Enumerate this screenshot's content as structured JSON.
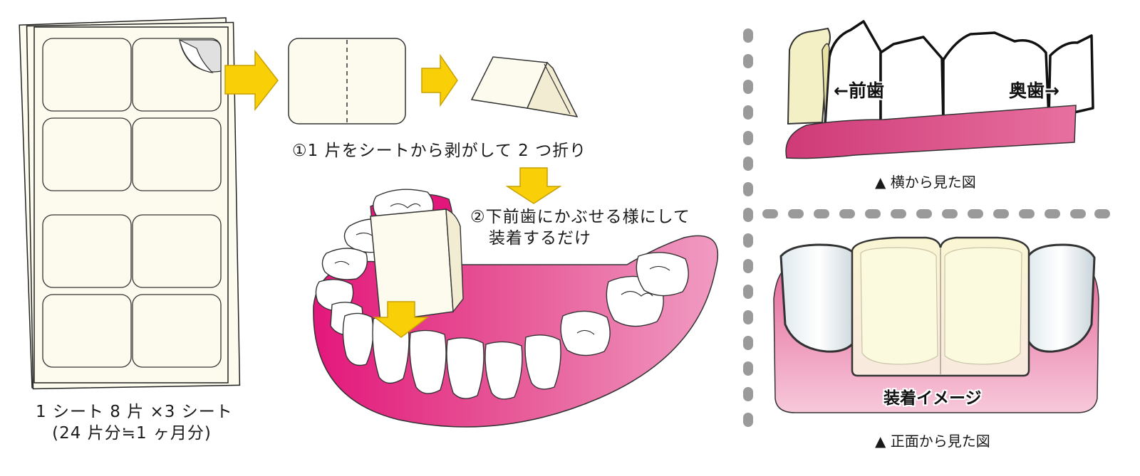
{
  "sheet_caption": {
    "line1": "1 シート 8 片 ×3 シート",
    "line2": "(24 片分≒1 ヶ月分)"
  },
  "step1": {
    "text": "①1 片をシートから剥がして 2 つ折り"
  },
  "step2": {
    "line1": "②下前歯にかぶせる様にして",
    "line2": "装着するだけ"
  },
  "side_view": {
    "front_teeth_label": "←前歯",
    "back_teeth_label": "奥歯→",
    "caption": "▲ 横から見た図"
  },
  "front_view": {
    "fitting_label": "装着イメージ",
    "caption": "▲ 正面から見た図"
  },
  "colors": {
    "arrow": "#f9d008",
    "arrow_stroke": "#d4a800",
    "strip": "#fdfbee",
    "gum": "#e4528c",
    "gum_dark": "#c8336f",
    "tooth": "#ffffff",
    "divider": "#9a9a9a"
  }
}
